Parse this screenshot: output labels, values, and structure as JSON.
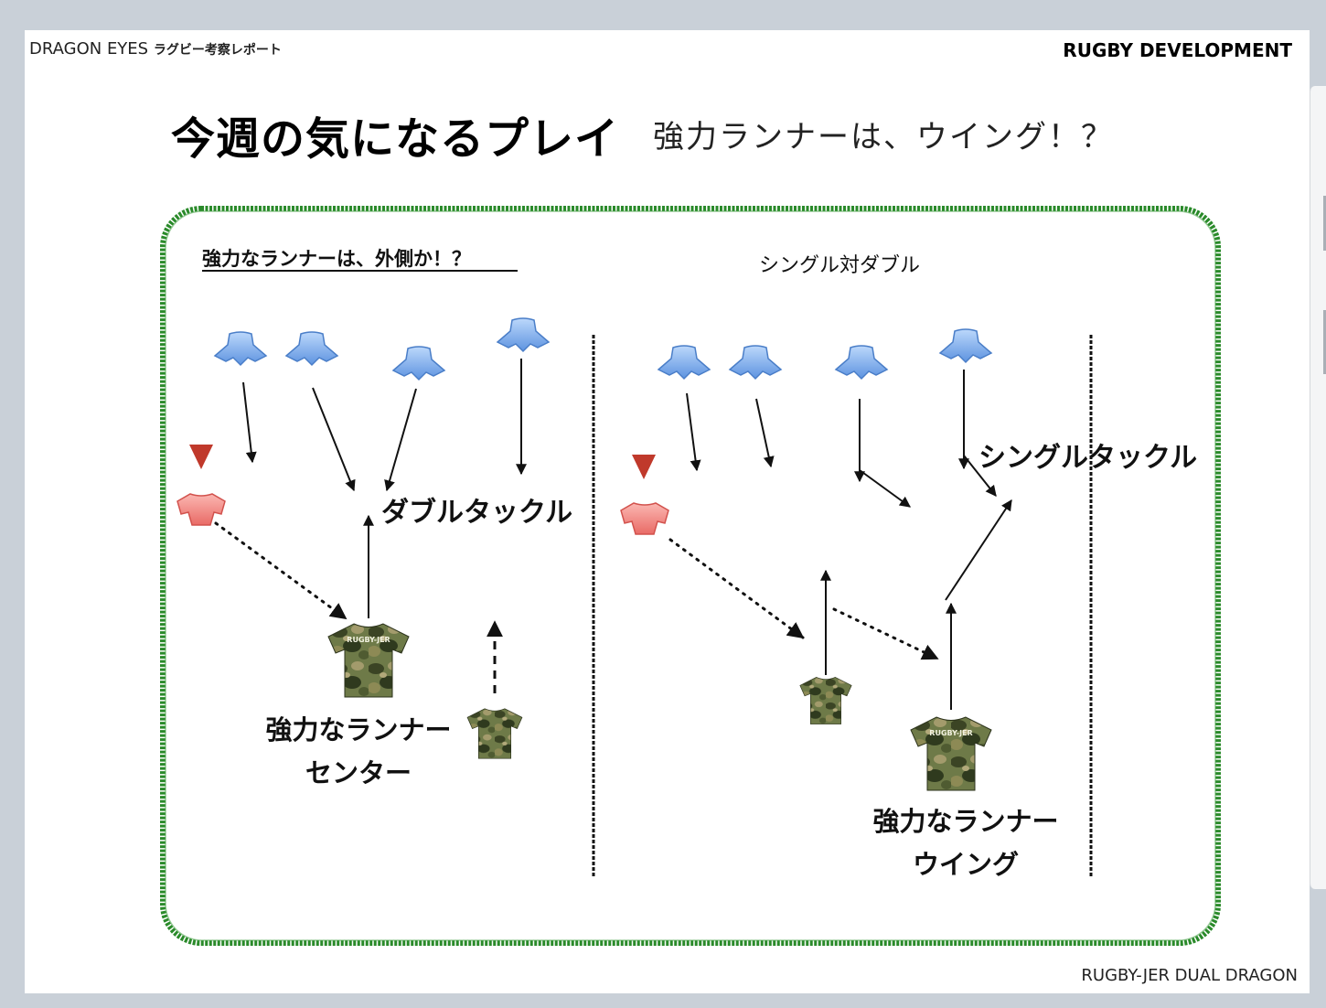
{
  "header": {
    "brand": "DRAGON EYES ",
    "report": "ラグビー考察レポート",
    "right": "RUGBY DEVELOPMENT"
  },
  "footer": {
    "credit": "RUGBY-JER DUAL DRAGON"
  },
  "title": "今週の気になるプレイ",
  "subtitle": "強力ランナーは、ウイング！？",
  "diagram": {
    "left_heading": "強力なランナーは、外側か！？",
    "right_heading": "シングル対ダブル",
    "double_tackle": "ダブルタックル",
    "single_tackle": "シングルタックル",
    "runner_center_line1": "強力なランナー",
    "runner_center_line2": "センター",
    "runner_wing_line1": "強力なランナー",
    "runner_wing_line2": "ウイング",
    "shirt_print": "RUGBY-JER"
  },
  "colors": {
    "frame": "#2a8a2a",
    "defender": "#7aaef0",
    "attacker": "#f08080",
    "marker": "#c0392b",
    "camo_dark": "#3d4a2a"
  }
}
